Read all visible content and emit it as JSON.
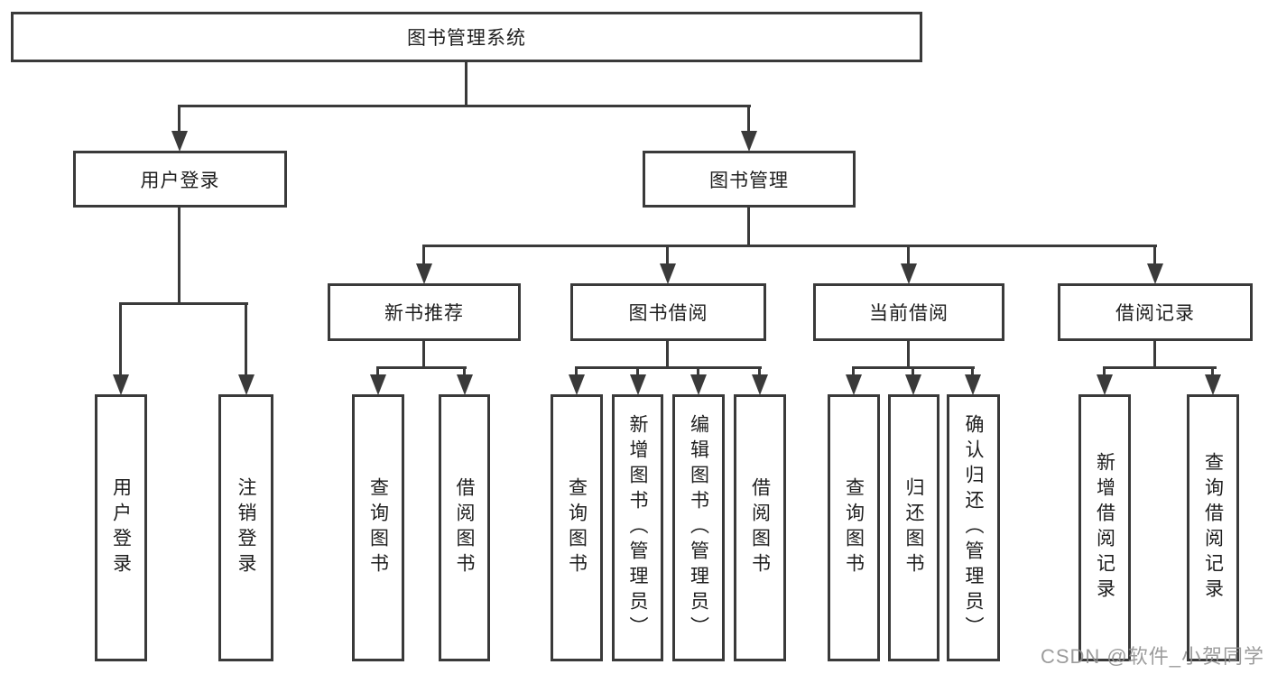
{
  "diagram": {
    "line_color": "#3a3a3a",
    "text_color": "#1e1e1e",
    "background": "#ffffff",
    "root": {
      "label": "图书管理系统"
    },
    "branches": [
      {
        "label": "用户登录",
        "children": [
          {
            "label": "用户登录"
          },
          {
            "label": "注销登录"
          }
        ]
      },
      {
        "label": "图书管理",
        "children": [
          {
            "label": "新书推荐",
            "children": [
              {
                "label": "查询图书"
              },
              {
                "label": "借阅图书"
              }
            ]
          },
          {
            "label": "图书借阅",
            "children": [
              {
                "label": "查询图书"
              },
              {
                "label": "新增图书（管理员）"
              },
              {
                "label": "编辑图书（管理员）"
              },
              {
                "label": "借阅图书"
              }
            ]
          },
          {
            "label": "当前借阅",
            "children": [
              {
                "label": "查询图书"
              },
              {
                "label": "归还图书"
              },
              {
                "label": "确认归还（管理员）"
              }
            ]
          },
          {
            "label": "借阅记录",
            "children": [
              {
                "label": "新增借阅记录"
              },
              {
                "label": "查询借阅记录"
              }
            ]
          }
        ]
      }
    ],
    "watermark": "CSDN @软件_小贺同学"
  }
}
